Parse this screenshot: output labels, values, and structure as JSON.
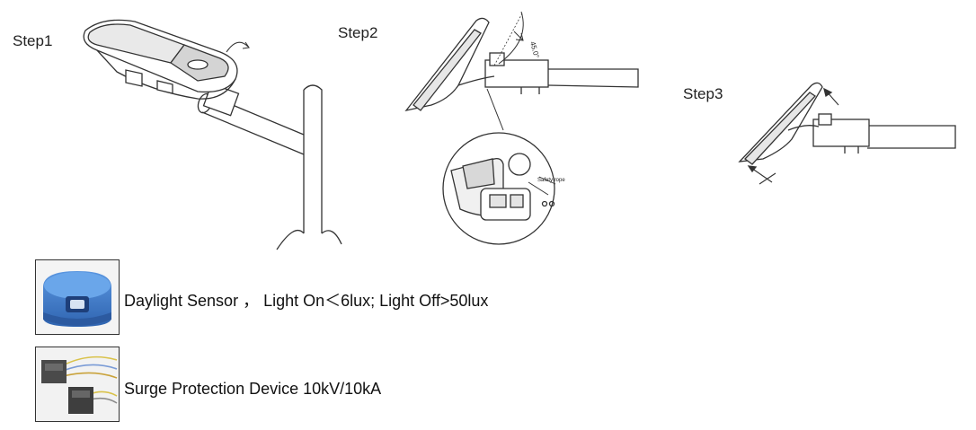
{
  "steps": [
    {
      "label": "Step1"
    },
    {
      "label": "Step2",
      "angle_label": "45.0°",
      "callout_label": "Safety rope"
    },
    {
      "label": "Step3"
    }
  ],
  "accessories": [
    {
      "icon": "daylight-sensor-icon",
      "text": "Daylight Sensor  ，  Light On＜6lux; Light Off>50lux"
    },
    {
      "icon": "surge-protection-device-icon",
      "text": "Surge Protection Device 10kV/10kA"
    }
  ],
  "colors": {
    "line": "#333333",
    "sensor_blue": "#3f7fd0",
    "lamp_shade": "#e8e8e8"
  }
}
